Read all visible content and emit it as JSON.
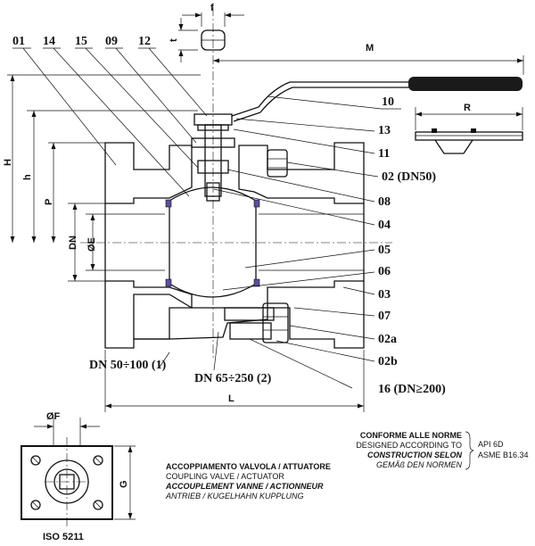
{
  "dimensions": {
    "f": "f",
    "t": "t",
    "M": "M",
    "R": "R",
    "H": "H",
    "h": "h",
    "P": "P",
    "DN": "DN",
    "E": "ØE",
    "L": "L",
    "F": "ØF",
    "G": "G"
  },
  "parts": [
    {
      "id": "p01",
      "label": "01"
    },
    {
      "id": "p14",
      "label": "14"
    },
    {
      "id": "p15",
      "label": "15"
    },
    {
      "id": "p09",
      "label": "09"
    },
    {
      "id": "p12",
      "label": "12"
    },
    {
      "id": "p10",
      "label": "10"
    },
    {
      "id": "p13",
      "label": "13"
    },
    {
      "id": "p11",
      "label": "11"
    },
    {
      "id": "p02",
      "label": "02 (DN50)"
    },
    {
      "id": "p08",
      "label": "08"
    },
    {
      "id": "p04",
      "label": "04"
    },
    {
      "id": "p05",
      "label": "05"
    },
    {
      "id": "p06",
      "label": "06"
    },
    {
      "id": "p03",
      "label": "03"
    },
    {
      "id": "p07",
      "label": "07"
    },
    {
      "id": "p02a",
      "label": "02a"
    },
    {
      "id": "p02b",
      "label": "02b"
    },
    {
      "id": "p16",
      "label": "16 (DN≥200)"
    }
  ],
  "size_notes": {
    "dn50": "DN 50÷100 (1)",
    "dn65": "DN 65÷250 (2)"
  },
  "coupling": {
    "lines": [
      "ACCOPPIAMENTO VALVOLA / ATTUATORE",
      "COUPLING VALVE / ACTUATOR",
      "ACCOUPLEMENT VANNE / ACTIONNEUR",
      "ANTRIEB / KUGELHAHN KUPPLUNG"
    ]
  },
  "conformity": {
    "lines": [
      "CONFORME ALLE NORME",
      "DESIGNED ACCORDING TO",
      "CONSTRUCTION SELON",
      "GEMÄß DEN NORMEN"
    ],
    "standards": [
      "API 6D",
      "ASME B16.34"
    ]
  },
  "iso_label": "ISO 5211"
}
